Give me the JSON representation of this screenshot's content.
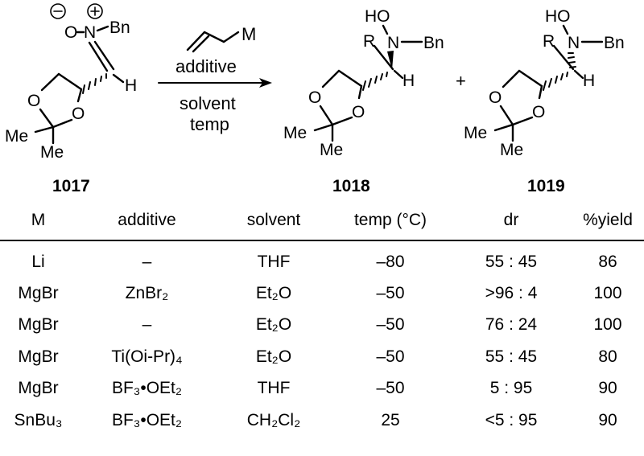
{
  "reaction": {
    "reagent_metal": "M",
    "condition_above": "additive",
    "conditions_below": [
      "solvent",
      "temp"
    ],
    "plus": "+"
  },
  "compounds": [
    {
      "id": "1017",
      "labels": {
        "N": "N",
        "Bn": "Bn",
        "O_anion": "O",
        "H": "H",
        "O1": "O",
        "O2": "O",
        "Me1": "Me",
        "Me2": "Me"
      }
    },
    {
      "id": "1018",
      "labels": {
        "HO": "HO",
        "R": "R",
        "N": "N",
        "Bn": "Bn",
        "H": "H",
        "O1": "O",
        "O2": "O",
        "Me1": "Me",
        "Me2": "Me"
      }
    },
    {
      "id": "1019",
      "labels": {
        "HO": "HO",
        "R": "R",
        "N": "N",
        "Bn": "Bn",
        "H": "H",
        "O1": "O",
        "O2": "O",
        "Me1": "Me",
        "Me2": "Me"
      }
    }
  ],
  "table": {
    "headers": [
      "M",
      "additive",
      "solvent",
      "temp (°C)",
      "dr",
      "%yield"
    ],
    "rows": [
      {
        "M": "Li",
        "additive": "–",
        "solvent": "THF",
        "temp": "–80",
        "dr": "55 : 45",
        "yield": "86"
      },
      {
        "M": "MgBr",
        "additive": "ZnBr₂",
        "solvent": "Et₂O",
        "temp": "–50",
        "dr": ">96 : 4",
        "yield": "100"
      },
      {
        "M": "MgBr",
        "additive": "–",
        "solvent": "Et₂O",
        "temp": "–50",
        "dr": "76 : 24",
        "yield": "100"
      },
      {
        "M": "MgBr",
        "additive": "Ti(Oi-Pr)₄",
        "solvent": "Et₂O",
        "temp": "–50",
        "dr": "55 : 45",
        "yield": "80"
      },
      {
        "M": "MgBr",
        "additive": "BF₃•OEt₂",
        "solvent": "THF",
        "temp": "–50",
        "dr": "5 : 95",
        "yield": "90"
      },
      {
        "M": "SnBu₃",
        "additive": "BF₃•OEt₂",
        "solvent": "CH₂Cl₂",
        "temp": "25",
        "dr": "<5 : 95",
        "yield": "90"
      }
    ]
  }
}
